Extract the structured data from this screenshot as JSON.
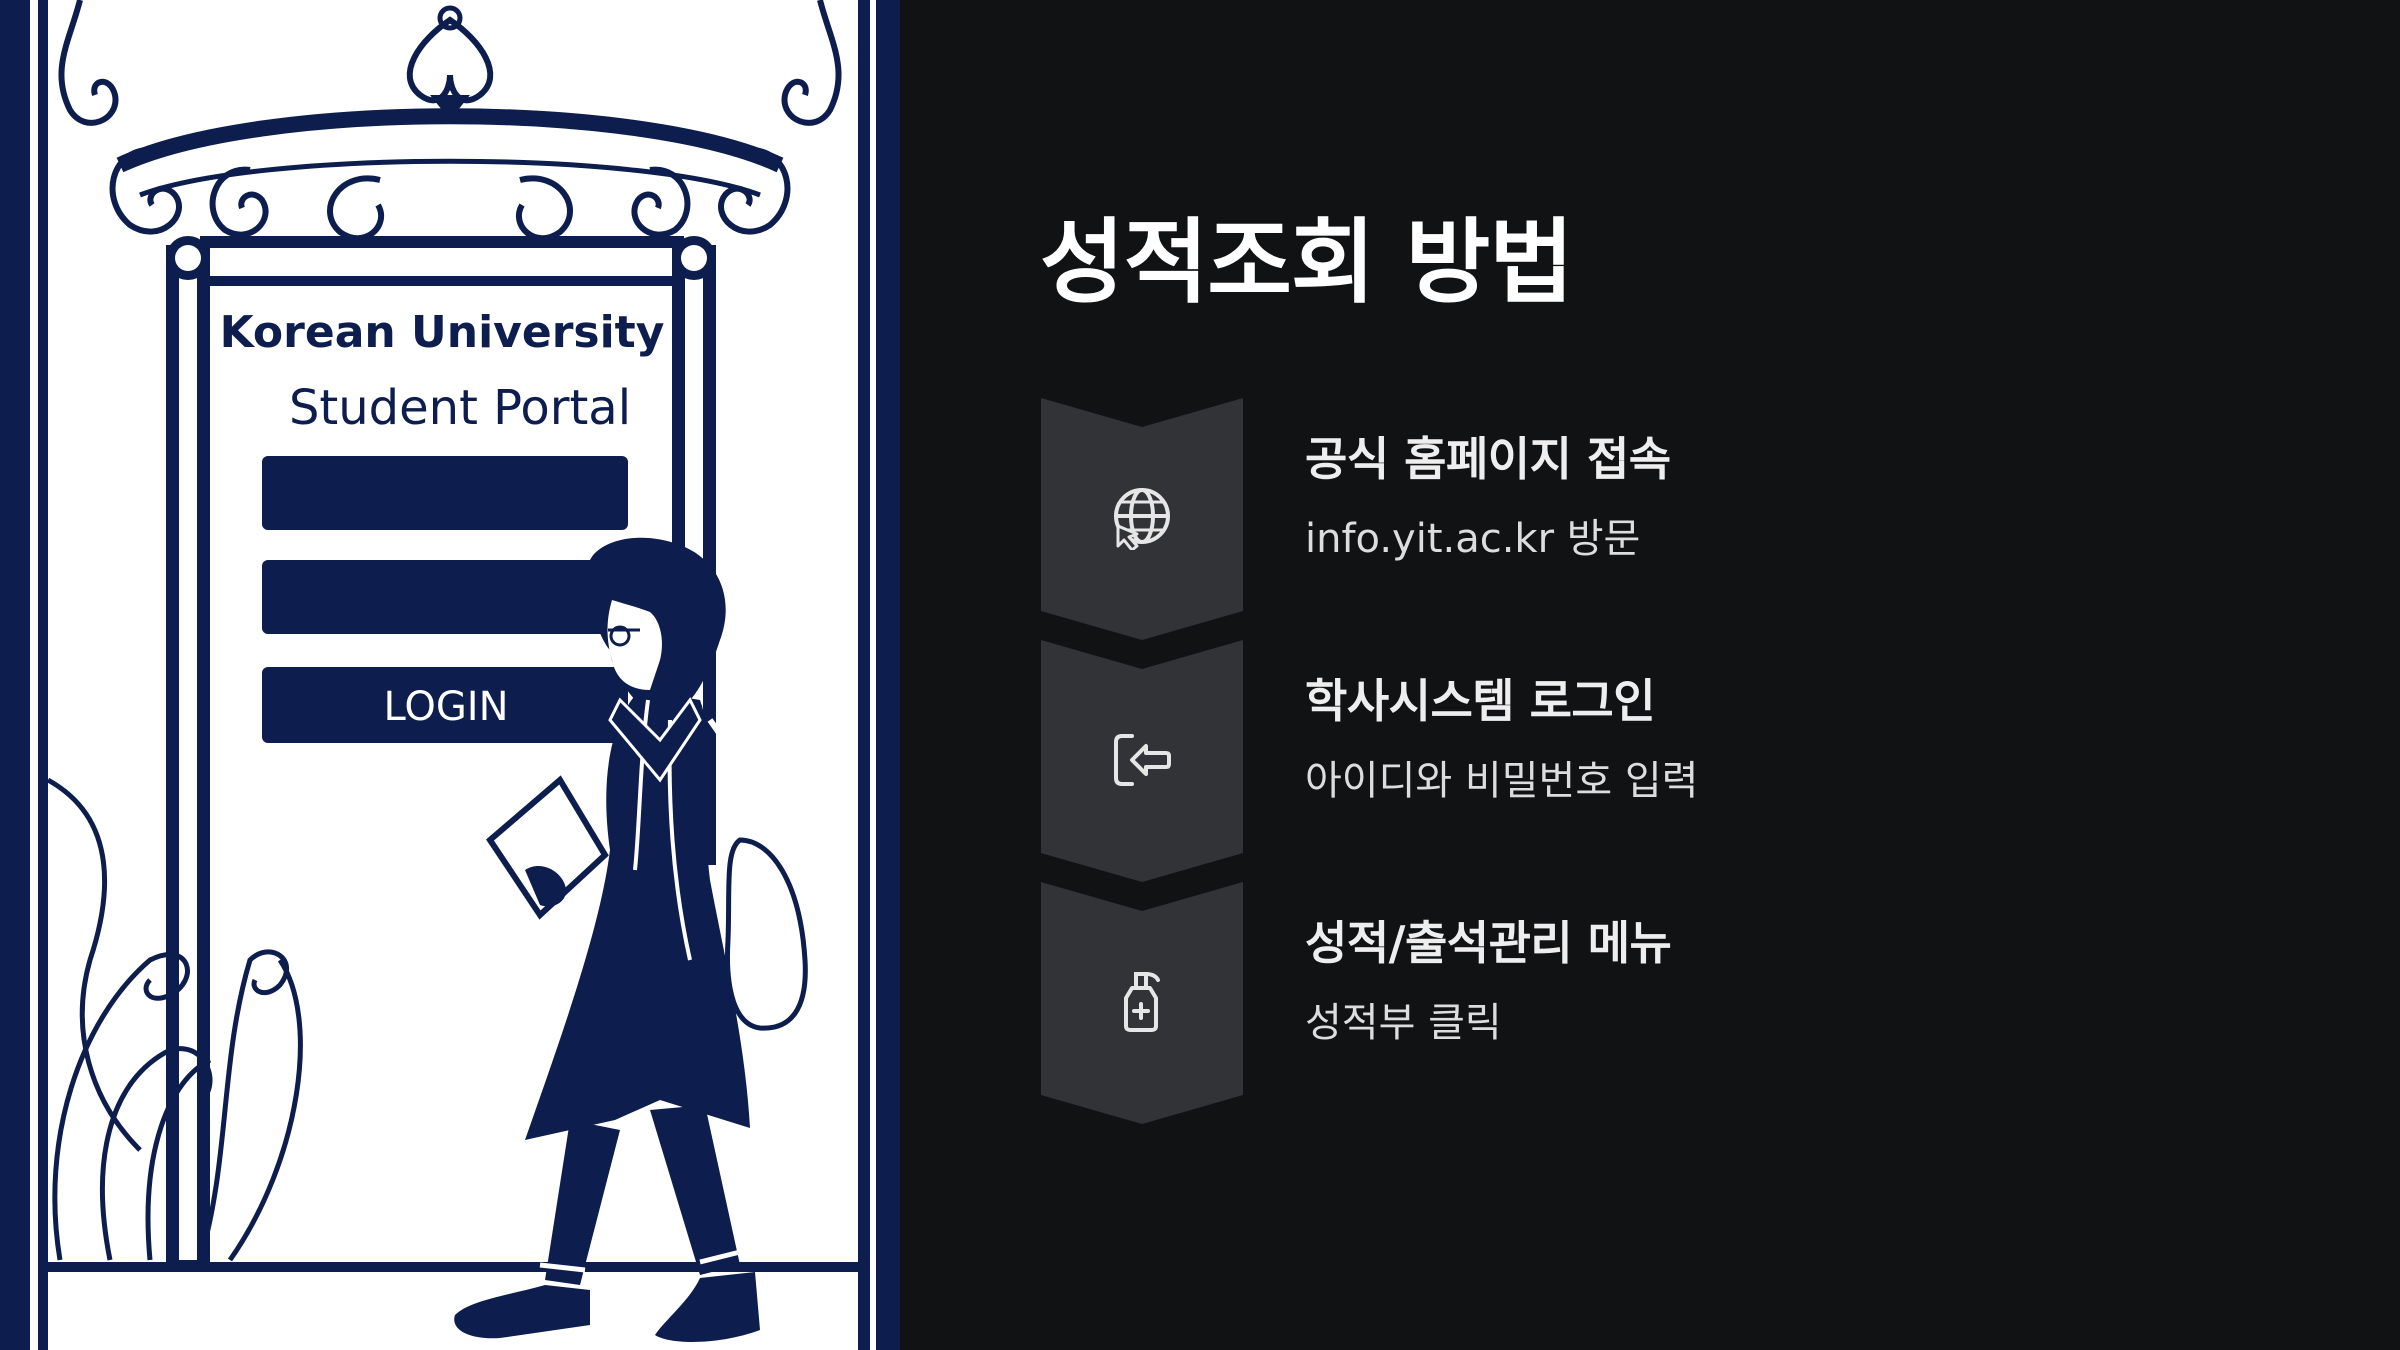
{
  "slide": {
    "title": "성적조회 방법"
  },
  "illustration": {
    "sign_title": "Korean University",
    "sign_subtitle": "Student Portal",
    "login_label": "LOGIN"
  },
  "steps": [
    {
      "heading": "공식 홈페이지 접속",
      "description": "info.yit.ac.kr 방문",
      "icon": "globe-icon"
    },
    {
      "heading": "학사시스템 로그인",
      "description": "아이디와 비밀번호 입력",
      "icon": "login-icon"
    },
    {
      "heading": "성적/출석관리 메뉴",
      "description": "성적부 클릭",
      "icon": "sanitizer-bottle-icon"
    }
  ],
  "colors": {
    "background": "#111214",
    "navy": "#0d1d4d",
    "chevron": "#323336",
    "heading_text": "#eeeeee",
    "title_text": "#ffffff"
  }
}
